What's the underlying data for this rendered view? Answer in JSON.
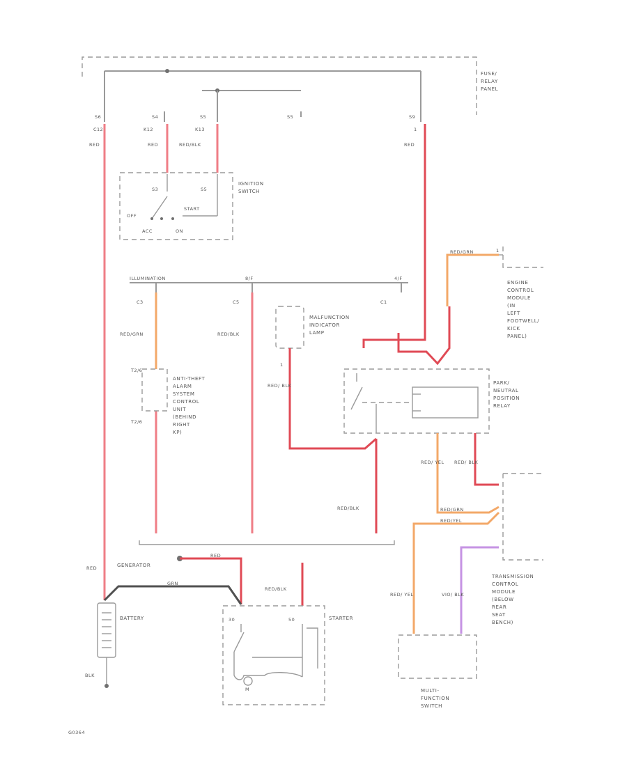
{
  "fuse_relay_panel": "FUSE/ RELAY PANEL",
  "fuse_labels": {
    "f1": "S6",
    "f2": "S4",
    "f3": "S5",
    "f4": "S5",
    "f5": "S9"
  },
  "top_pins": {
    "p1": "C12",
    "p2": "K12",
    "p3": "K13",
    "p4": "1"
  },
  "wire_colors": {
    "red": "RED",
    "red_blk": "RED/BLK",
    "red_grn": "RED/GRN",
    "red_yel": "RED/ YEL",
    "red_blk_split": "RED/ BLK",
    "blk": "BLK",
    "grn": "GRN",
    "vio_blk": "VIO/ BLK",
    "red_grn2": "RED/GRN",
    "red_yel2": "RED/YEL"
  },
  "ignition_switch": {
    "title": "IGNITION SWITCH",
    "pos_off": "OFF",
    "pos_s1": "S3",
    "pos_s2": "S5",
    "pos_start": "START",
    "pos_acc": "ACC",
    "pos_on": "ON"
  },
  "middle_bus": {
    "label": "ILLUMINATION",
    "pin_b": "8/F",
    "pin_c": "4/F",
    "c1": "C3",
    "c2": "C5",
    "c3": "C1"
  },
  "mil": {
    "title": "MALFUNCTION INDICATOR LAMP",
    "pin": "1"
  },
  "ecm": {
    "title": "ENGINE CONTROL MODULE (IN LEFT FOOTWELL/ KICK PANEL)",
    "pin": "1"
  },
  "anti_theft": {
    "title": "ANTI-THEFT ALARM SYSTEM CONTROL UNIT (BEHIND RIGHT KP)",
    "pin_top": "T2/6",
    "pin_bot": "T2/6"
  },
  "park_neutral": {
    "title": "PARK/ NEUTRAL POSITION RELAY"
  },
  "tcm": {
    "title": "TRANSMISSION CONTROL MODULE (BELOW REAR SEAT BENCH)"
  },
  "multi_function": {
    "title": "MULTI- FUNCTION SWITCH"
  },
  "generator": {
    "title": "GENERATOR"
  },
  "battery": {
    "title": "BATTERY"
  },
  "starter": {
    "title": "STARTER",
    "t30": "30",
    "t50": "50",
    "m": "M"
  },
  "figure_code": "G0364",
  "colors": {
    "red": "#ef7d86",
    "dark_red": "#e04a55",
    "orange": "#f3a868",
    "violet": "#c693e3",
    "black": "#505050",
    "gray": "#9a9a9a"
  }
}
